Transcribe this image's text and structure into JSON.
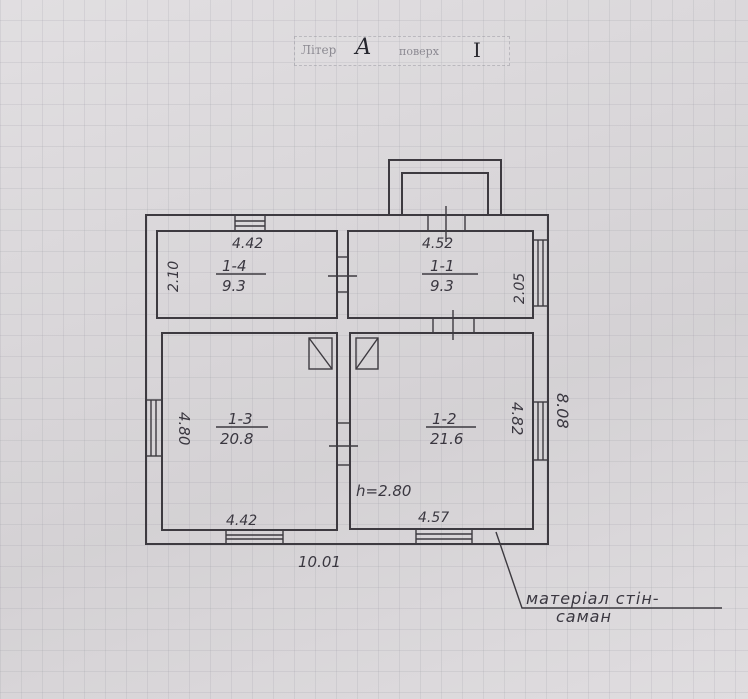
{
  "stamp": {
    "label": "Літер",
    "letter": "А",
    "suffix": "поверх",
    "roman": "I"
  },
  "building": {
    "overall_length": "10.01",
    "overall_width": "8.08",
    "ceiling_height": "h=2.80",
    "wall_material_note_line1": "матеріал стін-",
    "wall_material_note_line2": "саман"
  },
  "rooms": [
    {
      "id": "1-4",
      "area": "9.3",
      "width": "4.42",
      "height": "2.10"
    },
    {
      "id": "1-1",
      "area": "9.3",
      "width": "4.52",
      "height": "2.05"
    },
    {
      "id": "1-3",
      "area": "20.8",
      "width": "4.42",
      "height": "4.80"
    },
    {
      "id": "1-2",
      "area": "21.6",
      "width": "4.57",
      "height": "4.82"
    }
  ]
}
